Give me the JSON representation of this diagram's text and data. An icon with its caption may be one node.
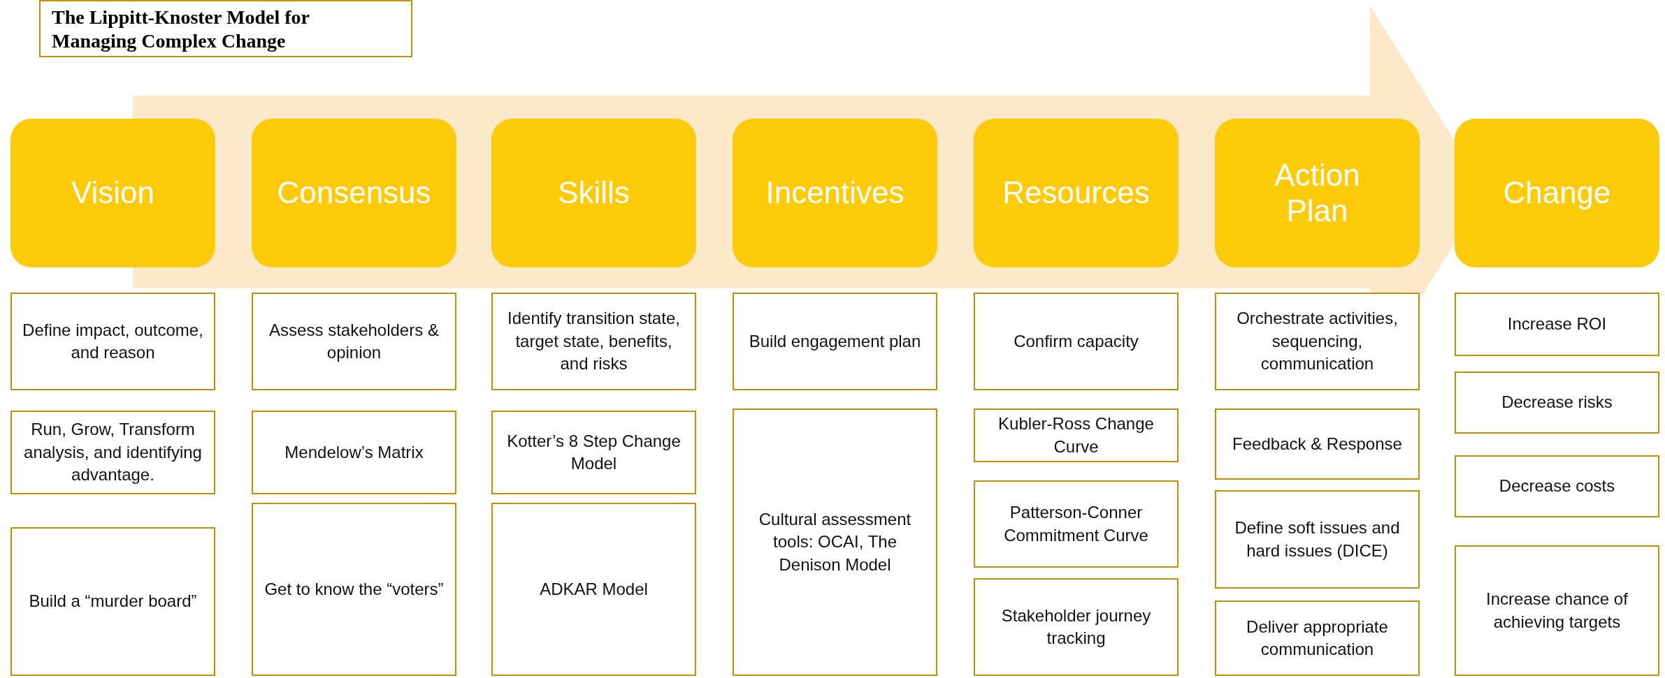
{
  "diagram": {
    "title": "The Lippitt-Knoster Model for Managing Complex Change",
    "nodes": [
      {
        "text": [
          "Vision"
        ]
      },
      {
        "text": [
          "Define impact, outcome,  and reason"
        ]
      },
      {
        "text": [
          "Run, Grow, Transform analysis, and identifying advantage."
        ]
      },
      {
        "text": [
          "Build a “murder board”"
        ]
      },
      {
        "text": [
          "Consensus"
        ]
      },
      {
        "text": [
          "Assess stakeholders & opinion"
        ]
      },
      {
        "text": [
          "Mendelow’s Matrix"
        ]
      },
      {
        "text": [
          "Get to know the “voters”"
        ]
      },
      {
        "text": [
          "Skills"
        ]
      },
      {
        "text": [
          "Identify transition state, target state, benefits, and risks"
        ]
      },
      {
        "text": [
          "Kotter’s 8 Step Change Model"
        ]
      },
      {
        "text": [
          "ADKAR Model"
        ]
      },
      {
        "text": [
          "Incentives"
        ]
      },
      {
        "text": [
          "Build engagement plan"
        ]
      },
      {
        "text": [
          "Cultural assessment tools: OCAI, The Denison Model"
        ]
      },
      {
        "text": [
          "Resources"
        ]
      },
      {
        "text": [
          "Confirm capacity"
        ]
      },
      {
        "text": [
          "Kubler-Ross Change Curve"
        ]
      },
      {
        "text": [
          "Patterson-Conner Commitment Curve"
        ]
      },
      {
        "text": [
          "Stakeholder journey tracking"
        ]
      },
      {
        "text": [
          "Action Plan"
        ]
      },
      {
        "text": [
          "Orchestrate activities, sequencing, communication"
        ]
      },
      {
        "text": [
          "Feedback & Response"
        ]
      },
      {
        "text": [
          "Define soft issues and hard issues (DICE)"
        ]
      },
      {
        "text": [
          "Deliver appropriate communication"
        ]
      },
      {
        "text": [
          "Change"
        ]
      },
      {
        "text": [
          "Increase ROI"
        ]
      },
      {
        "text": [
          "Decrease risks"
        ]
      },
      {
        "text": [
          "Decrease costs"
        ]
      },
      {
        "text": [
          "Increase chance of achieving targets"
        ]
      }
    ]
  }
}
